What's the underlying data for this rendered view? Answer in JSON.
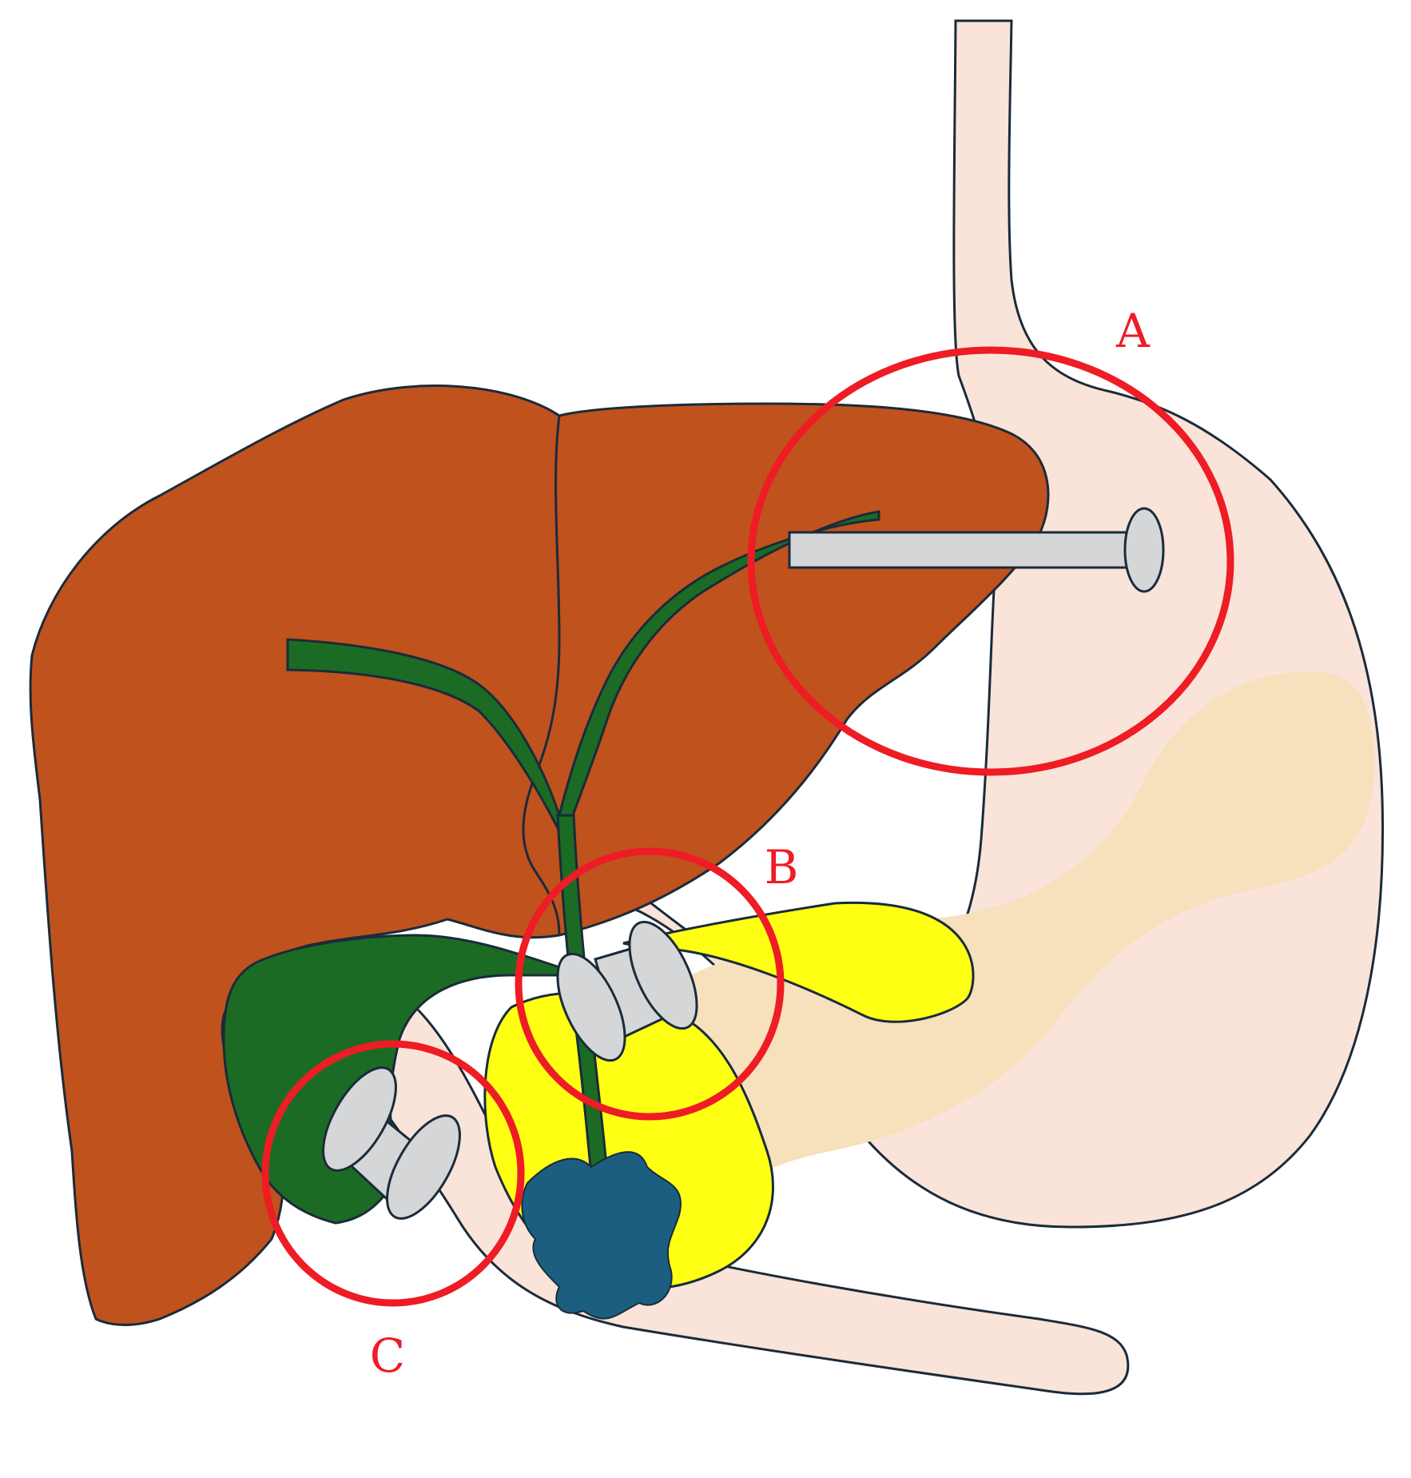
{
  "labels": {
    "a": "A",
    "b": "B",
    "c": "C"
  },
  "colors": {
    "outline": "#1a2b3a",
    "liver": "#c0521e",
    "bile_duct": "#1c6b24",
    "stomach": "#fae3d8",
    "pancreas": "#f7e0bc",
    "gallbladder": "#ffff14",
    "tumor": "#1c5e80",
    "stent": "#d4d6d8",
    "highlight_circle": "#ee1c24"
  }
}
